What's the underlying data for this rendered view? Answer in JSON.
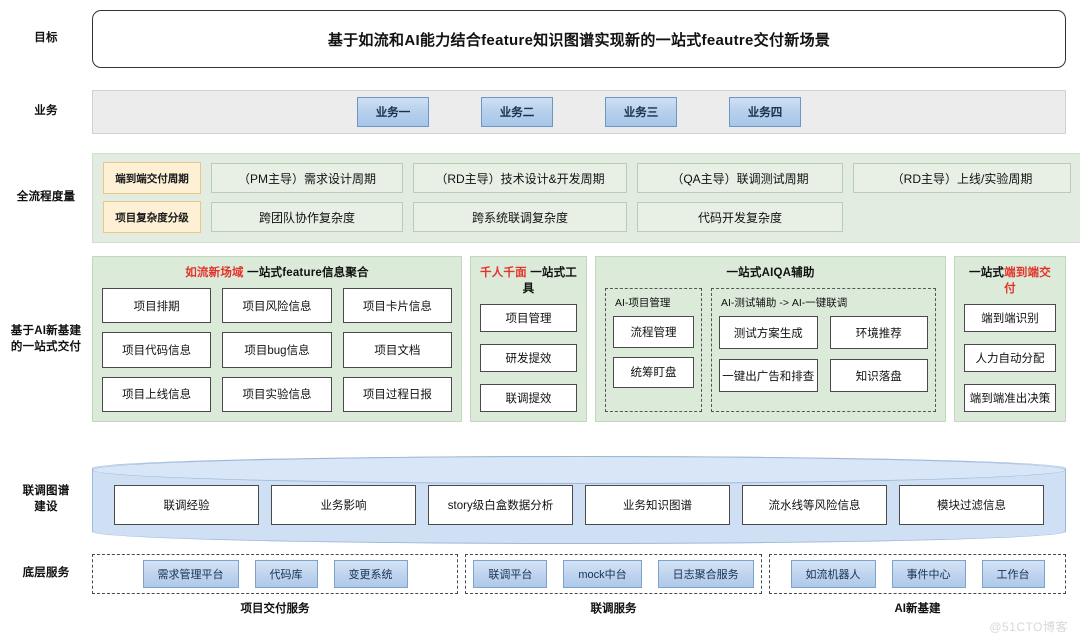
{
  "rows": {
    "goal": {
      "label": "目标"
    },
    "business": {
      "label": "业务"
    },
    "metrics": {
      "label": "全流程度量"
    },
    "ai_delivery": {
      "label": "基于AI新基建\n的一站式交付",
      "label_line1": "基于AI新基建",
      "label_line2": "的一站式交付"
    },
    "graph": {
      "label_line1": "联调图谱",
      "label_line2": "建设"
    },
    "base": {
      "label": "底层服务"
    }
  },
  "goal": {
    "title": "基于如流和AI能力结合feature知识图谱实现新的一站式feautre交付新场景"
  },
  "business": {
    "chips": [
      "业务一",
      "业务二",
      "业务三",
      "业务四"
    ]
  },
  "metrics": {
    "cycle": {
      "key": "端到端交付周期",
      "cells": [
        "（PM主导）需求设计周期",
        "（RD主导）技术设计&开发周期",
        "（QA主导）联调测试周期",
        "（RD主导）上线/实验周期"
      ]
    },
    "complexity": {
      "key": "项目复杂度分级",
      "cells": [
        "跨团队协作复杂度",
        "跨系统联调复杂度",
        "代码开发复杂度"
      ]
    }
  },
  "ai_panels": {
    "panel1": {
      "title_highlight": "如流新场域",
      "title_rest": " 一站式feature信息聚合",
      "nodes": [
        "项目排期",
        "项目风险信息",
        "项目卡片信息",
        "项目代码信息",
        "项目bug信息",
        "项目文档",
        "项目上线信息",
        "项目实验信息",
        "项目过程日报"
      ]
    },
    "panel2": {
      "title_highlight": "千人千面",
      "title_rest": " 一站式工具",
      "nodes": [
        "项目管理",
        "研发提效",
        "联调提效"
      ]
    },
    "panel3": {
      "title_highlight": "",
      "title_rest": "一站式AIQA辅助",
      "group1": {
        "title": "AI-项目管理",
        "nodes": [
          "流程管理",
          "统筹盯盘"
        ]
      },
      "group2": {
        "title": "AI-测试辅助 -> AI-一键联调",
        "nodes": [
          "测试方案生成",
          "环境推荐",
          "一键出广告和排查",
          "知识落盘"
        ]
      }
    },
    "panel4": {
      "title_prefix": "一站式",
      "title_highlight": "端到端交付",
      "nodes": [
        "端到端识别",
        "人力自动分配",
        "端到端准出决策"
      ]
    }
  },
  "graph": {
    "nodes": [
      "联调经验",
      "业务影响",
      "story级白盒数据分析",
      "业务知识图谱",
      "流水线等风险信息",
      "模块过滤信息"
    ]
  },
  "base": {
    "groups": [
      {
        "caption": "项目交付服务",
        "services": [
          "需求管理平台",
          "代码库",
          "变更系统"
        ]
      },
      {
        "caption": "联调服务",
        "services": [
          "联调平台",
          "mock中台",
          "日志聚合服务"
        ]
      },
      {
        "caption": "AI新基建",
        "services": [
          "如流机器人",
          "事件中心",
          "工作台"
        ]
      }
    ]
  },
  "watermark": "@51CTO博客",
  "colors": {
    "highlight_red": "#e2342a",
    "panel_green": "#dcead9",
    "metrics_green": "#e2ece0",
    "metric_key_yellow": "#fdf0d5",
    "chip_blue": "#b6d0ec",
    "cylinder_blue": "#cfe0f4"
  }
}
